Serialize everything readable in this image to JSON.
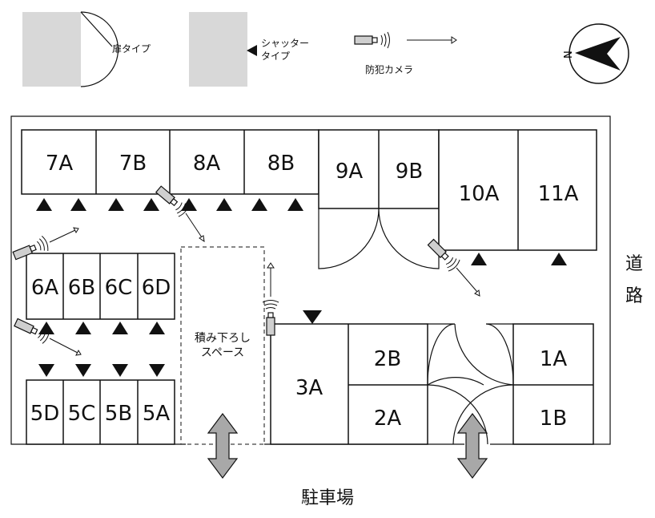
{
  "legend": {
    "door_type": "扉タイプ",
    "shutter_type_line1": "シャッター",
    "shutter_type_line2": "タイプ",
    "camera": "防犯カメラ",
    "north": "N"
  },
  "units": {
    "u7A": "7A",
    "u7B": "7B",
    "u8A": "8A",
    "u8B": "8B",
    "u9A": "9A",
    "u9B": "9B",
    "u10A": "10A",
    "u11A": "11A",
    "u6A": "6A",
    "u6B": "6B",
    "u6C": "6C",
    "u6D": "6D",
    "u5D": "5D",
    "u5C": "5C",
    "u5B": "5B",
    "u5A": "5A",
    "u3A": "3A",
    "u2B": "2B",
    "u2A": "2A",
    "u1A": "1A",
    "u1B": "1B"
  },
  "loading_space": {
    "line1": "積み下ろし",
    "line2": "スペース"
  },
  "road": {
    "char1": "道",
    "char2": "路"
  },
  "parking": "駐車場",
  "colors": {
    "stroke": "#111111",
    "door_fill": "#d8d8d8",
    "arrow_fill": "#a8a8a8"
  }
}
